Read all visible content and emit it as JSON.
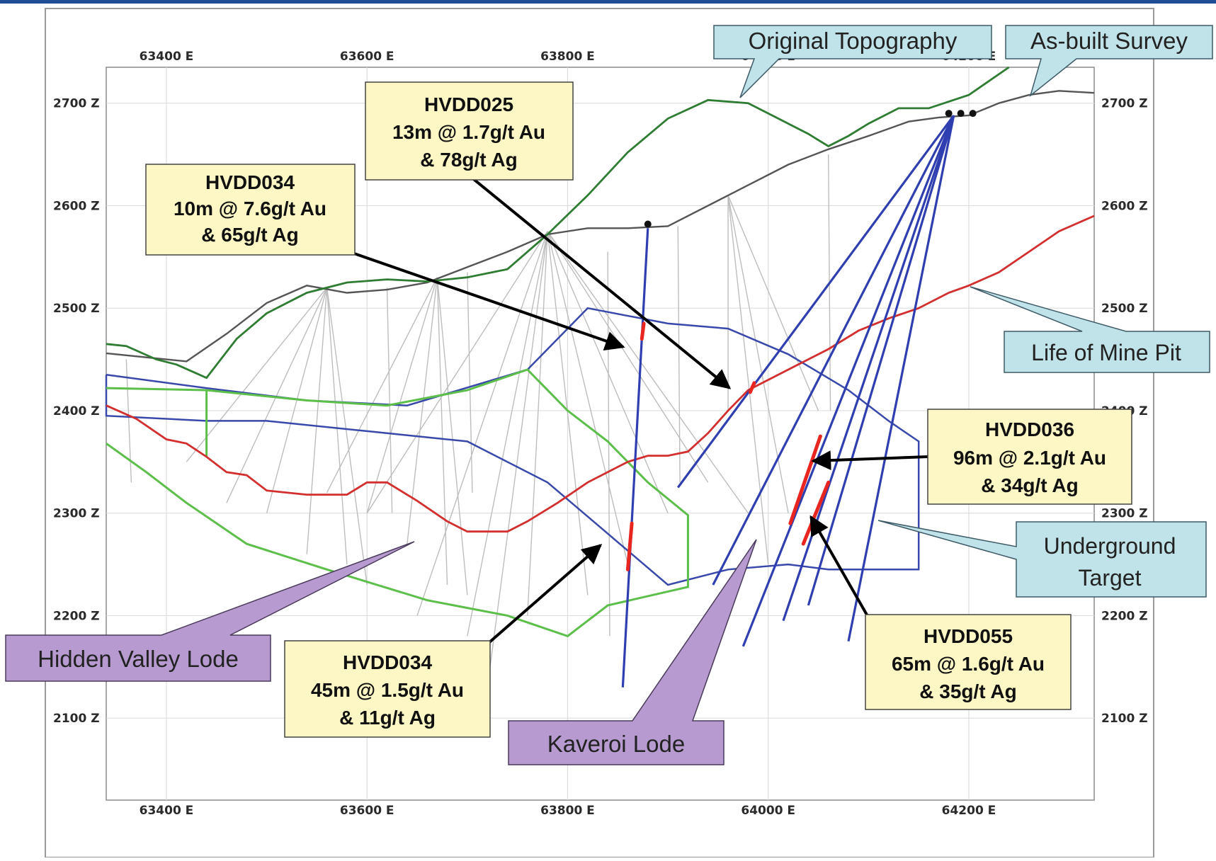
{
  "section": {
    "x_ticks": [
      {
        "value": 63400,
        "label": "63400 E"
      },
      {
        "value": 63600,
        "label": "63600 E"
      },
      {
        "value": 63800,
        "label": "63800 E"
      },
      {
        "value": 64000,
        "label": "64000 E"
      },
      {
        "value": 64200,
        "label": "64200 E"
      }
    ],
    "z_ticks": [
      {
        "value": 2700,
        "label": "2700 Z"
      },
      {
        "value": 2600,
        "label": "2600 Z"
      },
      {
        "value": 2500,
        "label": "2500 Z"
      },
      {
        "value": 2400,
        "label": "2400 Z"
      },
      {
        "value": 2300,
        "label": "2300 Z"
      },
      {
        "value": 2200,
        "label": "2200 Z"
      },
      {
        "value": 2100,
        "label": "2100 Z"
      }
    ],
    "x_range": [
      63340,
      64325
    ],
    "z_range": [
      2020,
      2735
    ],
    "grid": true
  },
  "layers": {
    "original_topography": {
      "color": "#2e7d32",
      "points": [
        [
          63340,
          2465
        ],
        [
          63360,
          2463
        ],
        [
          63390,
          2450
        ],
        [
          63410,
          2445
        ],
        [
          63440,
          2432
        ],
        [
          63470,
          2470
        ],
        [
          63500,
          2495
        ],
        [
          63540,
          2515
        ],
        [
          63580,
          2525
        ],
        [
          63620,
          2528
        ],
        [
          63660,
          2526
        ],
        [
          63700,
          2530
        ],
        [
          63740,
          2538
        ],
        [
          63780,
          2572
        ],
        [
          63820,
          2610
        ],
        [
          63860,
          2652
        ],
        [
          63900,
          2685
        ],
        [
          63940,
          2703
        ],
        [
          63980,
          2700
        ],
        [
          64010,
          2685
        ],
        [
          64040,
          2670
        ],
        [
          64060,
          2658
        ],
        [
          64080,
          2668
        ],
        [
          64100,
          2680
        ],
        [
          64130,
          2695
        ],
        [
          64160,
          2695
        ],
        [
          64200,
          2708
        ],
        [
          64240,
          2735
        ]
      ]
    },
    "as_built_survey": {
      "color": "#555555",
      "points": [
        [
          63340,
          2456
        ],
        [
          63380,
          2452
        ],
        [
          63420,
          2448
        ],
        [
          63460,
          2475
        ],
        [
          63500,
          2505
        ],
        [
          63540,
          2522
        ],
        [
          63580,
          2515
        ],
        [
          63620,
          2518
        ],
        [
          63660,
          2525
        ],
        [
          63700,
          2540
        ],
        [
          63740,
          2555
        ],
        [
          63780,
          2572
        ],
        [
          63820,
          2578
        ],
        [
          63860,
          2578
        ],
        [
          63900,
          2580
        ],
        [
          63930,
          2595
        ],
        [
          63960,
          2610
        ],
        [
          63990,
          2625
        ],
        [
          64020,
          2640
        ],
        [
          64060,
          2655
        ],
        [
          64100,
          2668
        ],
        [
          64140,
          2682
        ],
        [
          64170,
          2686
        ],
        [
          64200,
          2688
        ],
        [
          64230,
          2700
        ],
        [
          64260,
          2708
        ],
        [
          64290,
          2712
        ],
        [
          64325,
          2710
        ]
      ]
    },
    "life_of_mine_pit": {
      "color": "#d32f2f",
      "points": [
        [
          63340,
          2405
        ],
        [
          63370,
          2392
        ],
        [
          63400,
          2372
        ],
        [
          63420,
          2368
        ],
        [
          63440,
          2355
        ],
        [
          63460,
          2340
        ],
        [
          63480,
          2337
        ],
        [
          63500,
          2322
        ],
        [
          63540,
          2318
        ],
        [
          63580,
          2318
        ],
        [
          63600,
          2330
        ],
        [
          63620,
          2330
        ],
        [
          63650,
          2312
        ],
        [
          63680,
          2292
        ],
        [
          63700,
          2282
        ],
        [
          63720,
          2282
        ],
        [
          63740,
          2282
        ],
        [
          63760,
          2292
        ],
        [
          63790,
          2310
        ],
        [
          63820,
          2330
        ],
        [
          63840,
          2340
        ],
        [
          63860,
          2350
        ],
        [
          63880,
          2356
        ],
        [
          63900,
          2356
        ],
        [
          63920,
          2360
        ],
        [
          63940,
          2378
        ],
        [
          63960,
          2400
        ],
        [
          63980,
          2420
        ],
        [
          64000,
          2430
        ],
        [
          64030,
          2445
        ],
        [
          64060,
          2460
        ],
        [
          64090,
          2478
        ],
        [
          64120,
          2490
        ],
        [
          64150,
          2500
        ],
        [
          64180,
          2515
        ],
        [
          64200,
          2522
        ],
        [
          64230,
          2535
        ],
        [
          64260,
          2555
        ],
        [
          64290,
          2575
        ],
        [
          64325,
          2590
        ]
      ]
    },
    "hidden_valley_lode": {
      "color": "#5cbf4a",
      "points": [
        [
          63340,
          2422
        ],
        [
          63440,
          2420
        ],
        [
          63540,
          2410
        ],
        [
          63620,
          2405
        ],
        [
          63700,
          2420
        ],
        [
          63760,
          2440
        ],
        [
          63800,
          2400
        ],
        [
          63840,
          2370
        ],
        [
          63880,
          2330
        ],
        [
          63920,
          2298
        ],
        [
          63920,
          2228
        ],
        [
          63840,
          2210
        ],
        [
          63800,
          2180
        ],
        [
          63740,
          2200
        ],
        [
          63660,
          2215
        ],
        [
          63560,
          2245
        ],
        [
          63480,
          2270
        ],
        [
          63420,
          2310
        ],
        [
          63380,
          2340
        ],
        [
          63340,
          2368
        ]
      ]
    },
    "hidden_valley_lode_split": {
      "color": "#5cbf4a",
      "points": [
        [
          63440,
          2420
        ],
        [
          63440,
          2355
        ]
      ]
    },
    "underground_target": {
      "color": "#3949ab",
      "points": [
        [
          63340,
          2435
        ],
        [
          63440,
          2422
        ],
        [
          63540,
          2410
        ],
        [
          63640,
          2405
        ],
        [
          63760,
          2440
        ],
        [
          63820,
          2500
        ],
        [
          63900,
          2485
        ],
        [
          63960,
          2480
        ],
        [
          64020,
          2455
        ],
        [
          64080,
          2420
        ],
        [
          64120,
          2390
        ],
        [
          64150,
          2370
        ],
        [
          64150,
          2245
        ],
        [
          64060,
          2245
        ],
        [
          64020,
          2250
        ],
        [
          63960,
          2245
        ],
        [
          63900,
          2230
        ],
        [
          63840,
          2280
        ],
        [
          63780,
          2330
        ],
        [
          63700,
          2370
        ],
        [
          63600,
          2380
        ],
        [
          63500,
          2390
        ],
        [
          63440,
          2390
        ],
        [
          63340,
          2395
        ]
      ]
    },
    "drill_holes": [
      {
        "from": [
          63880,
          2578
        ],
        "to": [
          63855,
          2130
        ]
      },
      {
        "from": [
          64185,
          2688
        ],
        "to": [
          63910,
          2325
        ]
      },
      {
        "from": [
          64185,
          2688
        ],
        "to": [
          63945,
          2230
        ]
      },
      {
        "from": [
          64185,
          2688
        ],
        "to": [
          63975,
          2170
        ]
      },
      {
        "from": [
          64185,
          2688
        ],
        "to": [
          64015,
          2195
        ]
      },
      {
        "from": [
          64185,
          2688
        ],
        "to": [
          64040,
          2210
        ]
      },
      {
        "from": [
          64185,
          2688
        ],
        "to": [
          64080,
          2175
        ]
      }
    ],
    "drill_color": "#2f3fb0",
    "intercepts": [
      {
        "from": [
          63876,
          2485
        ],
        "to": [
          63874,
          2470
        ]
      },
      {
        "from": [
          63864,
          2290
        ],
        "to": [
          63860,
          2245
        ]
      },
      {
        "from": [
          63986,
          2427
        ],
        "to": [
          63982,
          2418
        ]
      },
      {
        "from": [
          64052,
          2375
        ],
        "to": [
          64022,
          2290
        ]
      },
      {
        "from": [
          64060,
          2330
        ],
        "to": [
          64035,
          2270
        ]
      }
    ],
    "intercept_color": "#e8251f",
    "collars": [
      [
        63880,
        2582
      ],
      [
        64180,
        2690
      ],
      [
        64192,
        2690
      ],
      [
        64204,
        2690
      ]
    ],
    "grey_holes_color": "#bdbdbd"
  },
  "annotations": {
    "hvdd025": {
      "title": "HVDD025",
      "line1": "13m @ 1.7g/t Au",
      "line2": "& 78g/t Ag"
    },
    "hvdd034_upper": {
      "title": "HVDD034",
      "line1": "10m @ 7.6g/t Au",
      "line2": "& 65g/t Ag"
    },
    "hvdd036": {
      "title": "HVDD036",
      "line1": "96m @ 2.1g/t Au",
      "line2": "& 34g/t Ag"
    },
    "hvdd034_lower": {
      "title": "HVDD034",
      "line1": "45m @ 1.5g/t Au",
      "line2": "& 11g/t Ag"
    },
    "hvdd055": {
      "title": "HVDD055",
      "line1": "65m @ 1.6g/t Au",
      "line2": "& 35g/t Ag"
    },
    "original_topography": "Original Topography",
    "as_built_survey": "As-built Survey",
    "life_of_mine_pit": "Life of Mine Pit",
    "underground_target_l1": "Underground",
    "underground_target_l2": "Target",
    "hidden_valley_lode": "Hidden Valley Lode",
    "kaveroi_lode": "Kaveroi Lode"
  },
  "colors": {
    "frame_blue": "#1f4e96",
    "box_fill": "#fdf7c6",
    "teal_fill": "#bfe3e8",
    "purple_fill": "#b79ad0"
  }
}
